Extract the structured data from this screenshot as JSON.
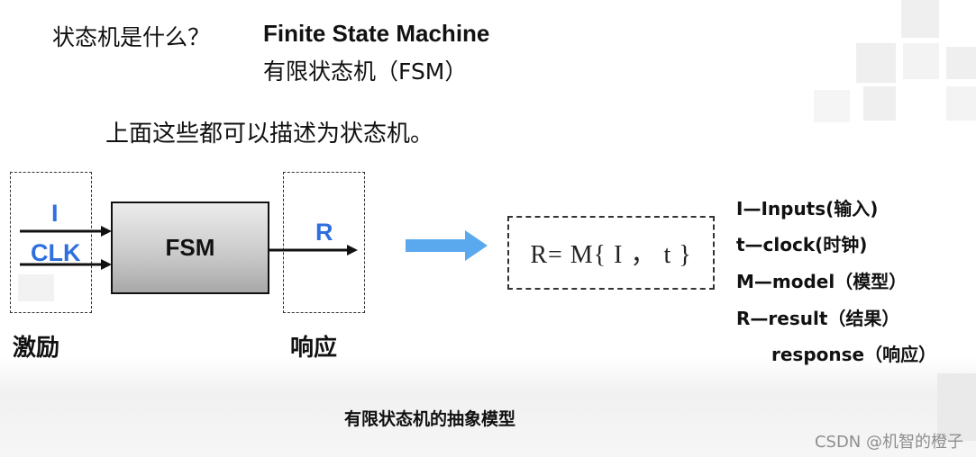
{
  "question": "状态机是什么？",
  "english_name": "Finite State Machine",
  "chinese_name": "有限状态机（FSM）",
  "description": "上面这些都可以描述为状态机。",
  "diagram": {
    "input_i": "I",
    "input_clk": "CLK",
    "block": "FSM",
    "output": "R",
    "input_label": "激励",
    "output_label": "响应",
    "formula": "R= M{ I ， t }"
  },
  "legend": [
    "I—Inputs(输入)",
    "t—clock(时钟)",
    "M—model（模型）",
    "R—result（结果）",
    "response（响应）"
  ],
  "caption": "有限状态机的抽象模型",
  "watermark": "CSDN @机智的橙子",
  "colors": {
    "signal": "#2f6fde",
    "arrow": "#5aa9ee"
  }
}
